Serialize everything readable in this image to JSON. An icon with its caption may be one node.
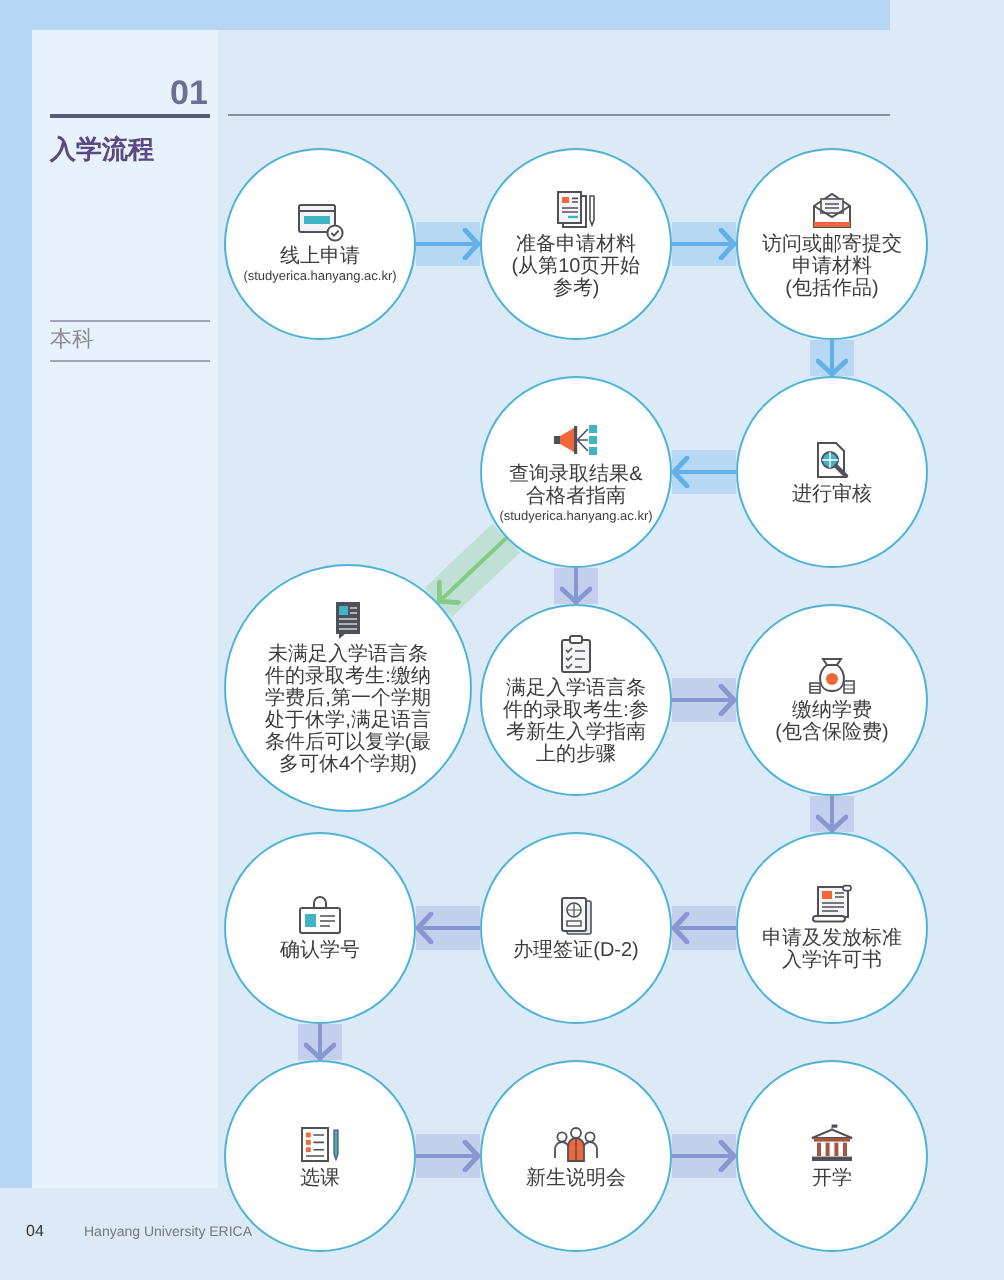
{
  "diagram": {
    "title": "入学流程",
    "nodes": [
      {
        "text": [
          "线上申请",
          "(studyerica.hanyang.ac.kr)"
        ]
      },
      {
        "text": [
          "准备申请材料",
          "(从第10页开始参考)"
        ]
      },
      {
        "text": [
          "访问或邮寄提交申请材料",
          "(包括作品)"
        ]
      },
      {
        "text": [
          "查询录取结果&合格者指南",
          "(studyerica.hanyang.ac.kr)"
        ]
      },
      {
        "text": [
          "进行审核"
        ]
      },
      {
        "text": [
          "未满足入学语言条件的录取考生:缴纳学费后,第一个学期处于休学,满足语言条件后可以复学(最多可休4个学期)"
        ]
      },
      {
        "text": [
          "满足入学语言条件的录取考生:参考新生入学指南上的步骤"
        ]
      },
      {
        "text": [
          "缴纳学费",
          "(包含保险费)"
        ]
      },
      {
        "text": [
          "确认学号"
        ]
      },
      {
        "text": [
          "办理签证(D-2)"
        ]
      },
      {
        "text": [
          "申请及发放标准入学许可书"
        ]
      },
      {
        "text": [
          "选课"
        ]
      },
      {
        "text": [
          "新生说明会"
        ]
      },
      {
        "text": [
          "开学"
        ]
      }
    ],
    "edges": [
      {
        "from": 0,
        "to": 1,
        "arrow": "to",
        "color": "#62b0e8"
      },
      {
        "from": 1,
        "to": 2,
        "arrow": "to",
        "color": "#62b0e8"
      },
      {
        "from": 2,
        "to": 4,
        "arrow": "to",
        "color": "#62b0e8"
      },
      {
        "from": 4,
        "to": 3,
        "arrow": "to",
        "color": "#62b0e8"
      },
      {
        "from": 3,
        "to": 5,
        "arrow": "to",
        "color": "#84cb84"
      },
      {
        "from": 3,
        "to": 6,
        "arrow": "to"
      },
      {
        "from": 6,
        "to": 7,
        "arrow": "to"
      },
      {
        "from": 7,
        "to": 10,
        "arrow": "to"
      },
      {
        "from": 10,
        "to": 9,
        "arrow": "to"
      },
      {
        "from": 9,
        "to": 8,
        "arrow": "to"
      },
      {
        "from": 8,
        "to": 11,
        "arrow": "to"
      },
      {
        "from": 11,
        "to": 12,
        "arrow": "to"
      },
      {
        "from": 12,
        "to": 13,
        "arrow": "to"
      }
    ],
    "labels": [
      "01",
      "本科",
      "04",
      "Hanyang University ERICA"
    ]
  }
}
